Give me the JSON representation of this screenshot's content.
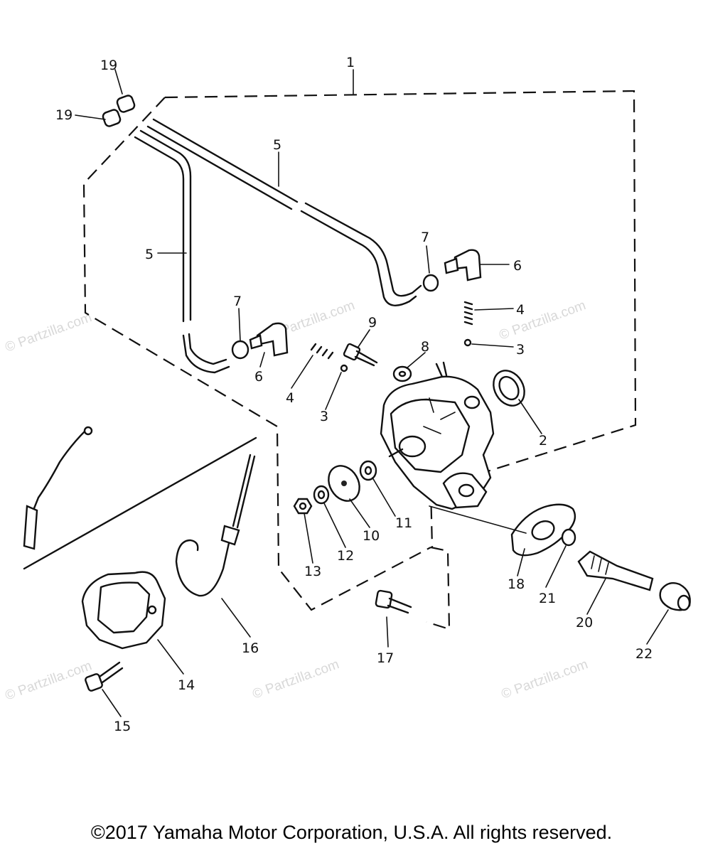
{
  "watermark": "© Partzilla.com",
  "copyright": "©2017 Yamaha Motor Corporation, U.S.A. All rights reserved.",
  "callouts": {
    "n1": "1",
    "n2": "2",
    "n3a": "3",
    "n3b": "3",
    "n4a": "4",
    "n4b": "4",
    "n5a": "5",
    "n5b": "5",
    "n6a": "6",
    "n6b": "6",
    "n7a": "7",
    "n7b": "7",
    "n8": "8",
    "n9": "9",
    "n10": "10",
    "n11": "11",
    "n12": "12",
    "n13": "13",
    "n14": "14",
    "n15": "15",
    "n16": "16",
    "n17": "17",
    "n18": "18",
    "n19a": "19",
    "n19b": "19",
    "n20": "20",
    "n21": "21",
    "n22": "22"
  }
}
